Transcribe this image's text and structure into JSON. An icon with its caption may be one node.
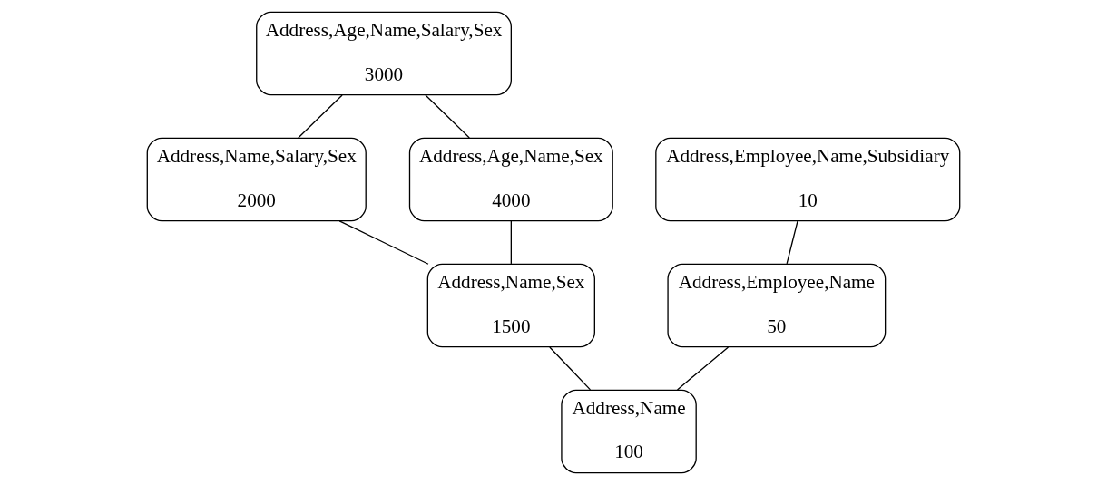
{
  "diagram": {
    "nodes": [
      {
        "text": [
          "Address,Age,Name,Salary,Sex",
          "3000"
        ]
      },
      {
        "text": [
          "Address,Name,Salary,Sex",
          "2000"
        ]
      },
      {
        "text": [
          "Address,Age,Name,Sex",
          "4000"
        ]
      },
      {
        "text": [
          "Address,Employee,Name,Subsidiary",
          "10"
        ]
      },
      {
        "text": [
          "Address,Name,Sex",
          "1500"
        ]
      },
      {
        "text": [
          "Address,Employee,Name",
          "50"
        ]
      },
      {
        "text": [
          "Address,Name",
          "100"
        ]
      }
    ],
    "edges": [
      {
        "from": 0,
        "to": 1,
        "arrow": "none"
      },
      {
        "from": 0,
        "to": 2,
        "arrow": "none"
      },
      {
        "from": 1,
        "to": 4,
        "arrow": "none"
      },
      {
        "from": 2,
        "to": 4,
        "arrow": "none"
      },
      {
        "from": 3,
        "to": 5,
        "arrow": "none"
      },
      {
        "from": 4,
        "to": 6,
        "arrow": "none"
      },
      {
        "from": 5,
        "to": 6,
        "arrow": "none"
      }
    ]
  }
}
